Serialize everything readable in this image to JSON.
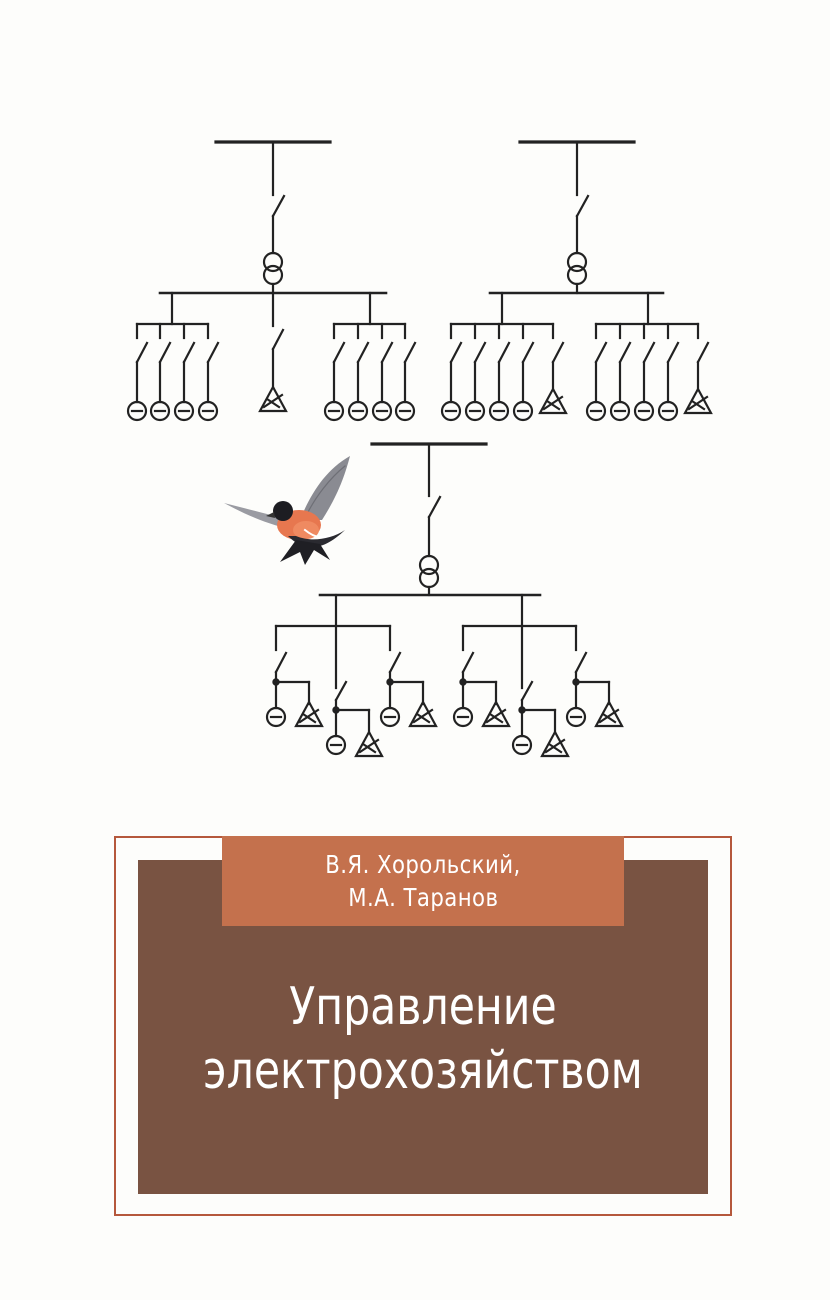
{
  "cover": {
    "authors": [
      "В.Я. Хорольский,",
      "М.А. Таранов"
    ],
    "title_lines": [
      "Управление",
      "электрохозяйством"
    ]
  },
  "colors": {
    "background": "#fdfdfb",
    "panel": "#795342",
    "authors_box": "#c4714d",
    "frame": "#b5583c",
    "line": "#222222"
  },
  "illustration": {
    "icons": [
      "circuit-diagram-icon",
      "bullfinch-icon"
    ]
  }
}
